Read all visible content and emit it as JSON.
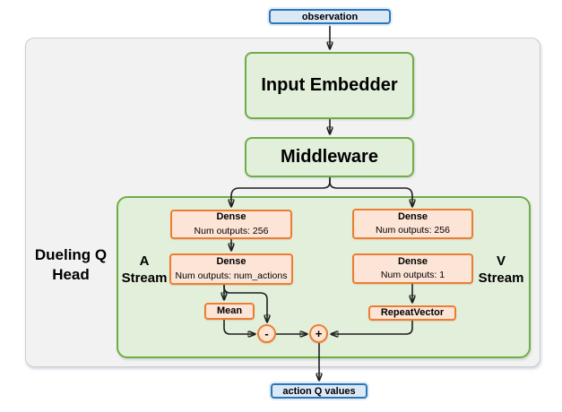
{
  "diagram": {
    "nodes": {
      "observation": {
        "label": "observation"
      },
      "input_embedder": {
        "label": "Input Embedder"
      },
      "middleware": {
        "label": "Middleware"
      },
      "dueling_head": {
        "label": "Dueling Q Head"
      },
      "a_stream": {
        "label": "A Stream"
      },
      "v_stream": {
        "label": "V Stream"
      },
      "dense_a1": {
        "title": "Dense",
        "subtitle": "Num outputs: 256"
      },
      "dense_a2": {
        "title": "Dense",
        "subtitle": "Num outputs: num_actions"
      },
      "dense_v1": {
        "title": "Dense",
        "subtitle": "Num outputs: 256"
      },
      "dense_v2": {
        "title": "Dense",
        "subtitle": "Num outputs: 1"
      },
      "mean": {
        "label": "Mean"
      },
      "repeat_vector": {
        "label": "RepeatVector"
      },
      "subtract_op": {
        "label": "-"
      },
      "add_op": {
        "label": "+"
      },
      "action_q_values": {
        "label": "action Q values"
      }
    }
  },
  "colors": {
    "blue_fill": "#dbe9f7",
    "blue_border": "#2e75b6",
    "green_fill": "#e2efda",
    "green_border": "#70ad47",
    "orange_fill": "#fce4d6",
    "circle_fill": "#fde3d0",
    "orange_border": "#ed7d31",
    "gray_fill": "#f2f2f3",
    "gray_border": "#cdcdcd",
    "arrow": "#1f1f1f"
  }
}
